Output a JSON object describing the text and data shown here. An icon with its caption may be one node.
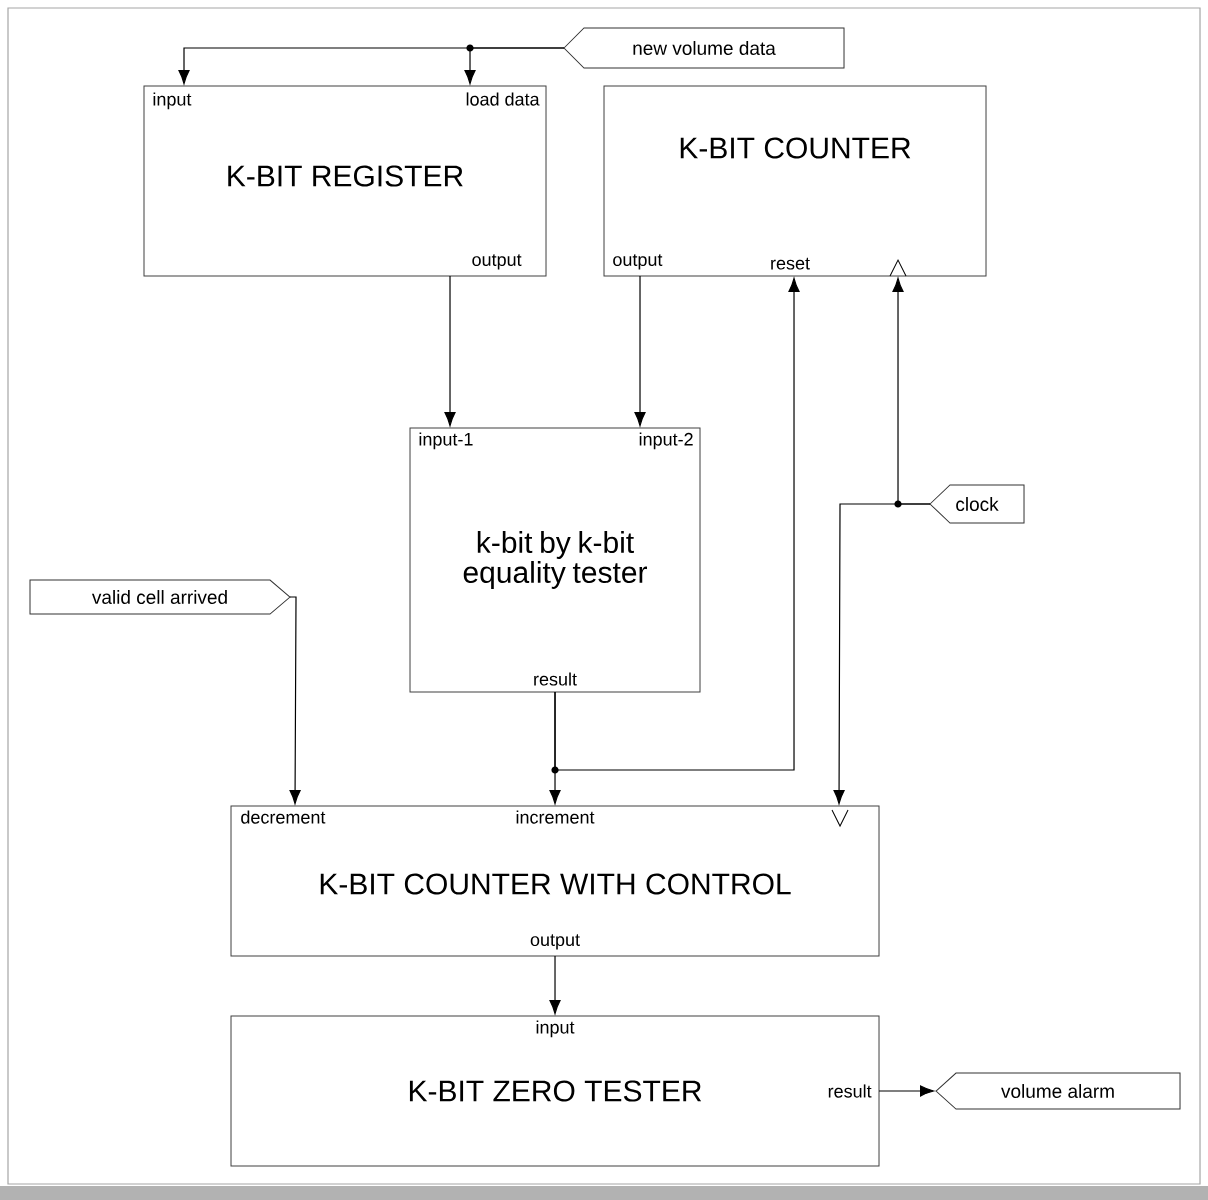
{
  "diagram": {
    "nodes": [
      {
        "text": [
          "new volume data"
        ]
      },
      {
        "text": [
          "input",
          "load data",
          "K-BIT REGISTER",
          "output"
        ]
      },
      {
        "text": [
          "K-BIT COUNTER",
          "output",
          "reset"
        ]
      },
      {
        "text": [
          "input-1",
          "input-2",
          "k-bit by k-bit equality tester",
          "result"
        ]
      },
      {
        "text": [
          "clock"
        ]
      },
      {
        "text": [
          "valid cell arrived"
        ]
      },
      {
        "text": [
          "decrement",
          "increment",
          "K-BIT COUNTER WITH CONTROL",
          "output"
        ]
      },
      {
        "text": [
          "input",
          "K-BIT ZERO TESTER",
          "result"
        ]
      },
      {
        "text": [
          "volume alarm"
        ]
      }
    ],
    "edges": [
      {
        "from": 0,
        "to": 1,
        "arrow": "to"
      },
      {
        "from": 0,
        "to": 1,
        "arrow": "to"
      },
      {
        "from": 1,
        "to": 3,
        "arrow": "to"
      },
      {
        "from": 2,
        "to": 3,
        "arrow": "to"
      },
      {
        "from": 3,
        "to": 6,
        "arrow": "to"
      },
      {
        "from": 3,
        "to": 2,
        "arrow": "to"
      },
      {
        "from": 4,
        "to": 2,
        "arrow": "to"
      },
      {
        "from": 4,
        "to": 6,
        "arrow": "to"
      },
      {
        "from": 5,
        "to": 6,
        "arrow": "to"
      },
      {
        "from": 6,
        "to": 7,
        "arrow": "to"
      },
      {
        "from": 7,
        "to": 8,
        "arrow": "to"
      }
    ]
  }
}
